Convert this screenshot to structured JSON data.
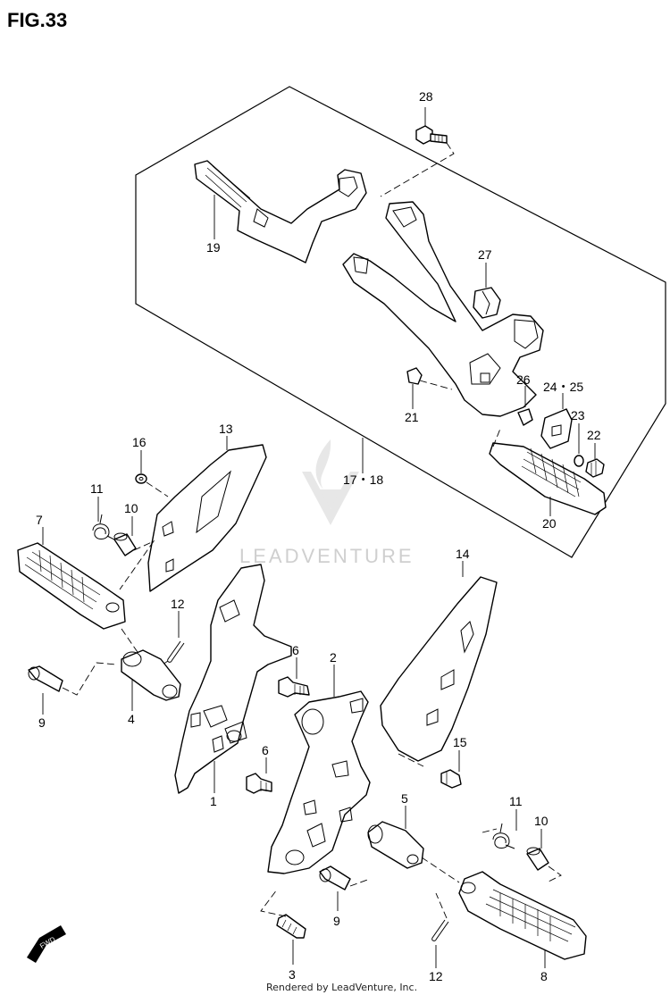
{
  "figure": {
    "title": "FIG.33"
  },
  "footer": {
    "text": "Rendered by LeadVenture, Inc."
  },
  "watermark": {
    "text": "LEADVENTURE"
  },
  "fwd_badge": {
    "text": "FWD"
  },
  "callouts": {
    "c28": "28",
    "c19": "19",
    "c27": "27",
    "c26": "26",
    "c24_25": "24・25",
    "c21": "21",
    "c23": "23",
    "c22": "22",
    "c16": "16",
    "c13": "13",
    "c17_18": "17・18",
    "c11a": "11",
    "c7": "7",
    "c10a": "10",
    "c20": "20",
    "c14": "14",
    "c12a": "12",
    "c6a": "6",
    "c2": "2",
    "c9a": "9",
    "c4": "4",
    "c15": "15",
    "c6b": "6",
    "c1": "1",
    "c5": "5",
    "c11b": "11",
    "c10b": "10",
    "c9b": "9",
    "c3": "3",
    "c12b": "12",
    "c8": "8"
  }
}
